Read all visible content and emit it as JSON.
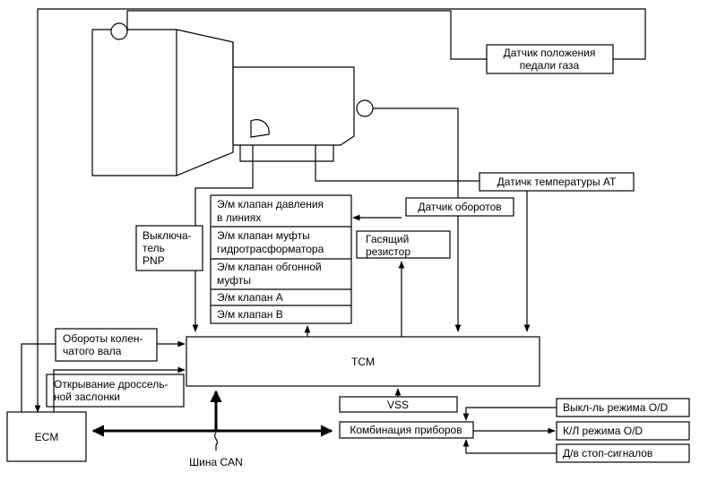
{
  "blocks": {
    "ecm": "ECM",
    "tcm": "TCM",
    "vss": "VSS",
    "instrument_cluster": "Комбинация приборов",
    "can_bus": "Шина CAN",
    "pedal_sensor": [
      "Датчик положения",
      "педали  газа"
    ],
    "at_temp_sensor": "Датичк температуры AT",
    "speed_sensor": "Датчик оборотов",
    "pnp_switch": [
      "Выключа-",
      "тель",
      "PNP"
    ],
    "damping_resistor": [
      "Гасящий",
      "резистор"
    ],
    "crank_speed": [
      "Обороты колен-",
      "чатого вала"
    ],
    "throttle_opening": [
      "Открывание дроссель-",
      "ной заслонки"
    ],
    "od_switch": "Выкл-ль режима O/D",
    "od_indicator": "К/Л режима O/D",
    "brake_switch": "Д/в стоп-сигналов"
  },
  "solenoids": [
    [
      "Э/м клапан давления",
      "в линиях"
    ],
    [
      "Э/м клапан муфты",
      "гидротрасформатора"
    ],
    [
      "Э/м клапан обгонной",
      "муфты"
    ],
    [
      "Э/м клапан A"
    ],
    [
      "Э/м клапан B"
    ]
  ]
}
